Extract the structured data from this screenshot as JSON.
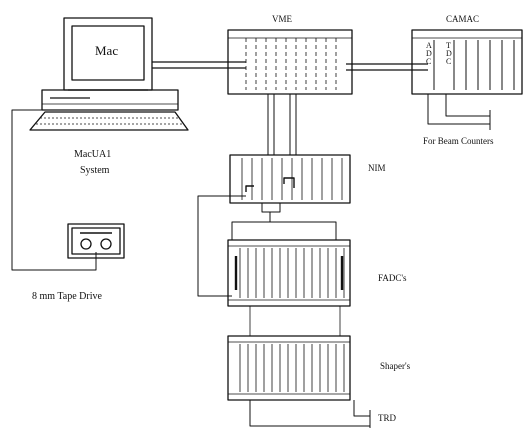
{
  "diagram": {
    "nodes": {
      "mac": {
        "label": "Mac"
      },
      "system_line1": {
        "label": "MacUA1"
      },
      "system_line2": {
        "label": "System"
      },
      "tape_drive": {
        "label": "8 mm Tape Drive"
      },
      "vme": {
        "label": "VME"
      },
      "camac": {
        "label": "CAMAC"
      },
      "adc": {
        "label": "A\nD\nC"
      },
      "tdc": {
        "label": "T\nD\nC"
      },
      "nim": {
        "label": "NIM"
      },
      "fadc": {
        "label": "FADC's"
      },
      "shaper": {
        "label": "Shaper's"
      },
      "trd": {
        "label": "TRD"
      },
      "beam_counters": {
        "label": "For Beam Counters"
      }
    }
  }
}
